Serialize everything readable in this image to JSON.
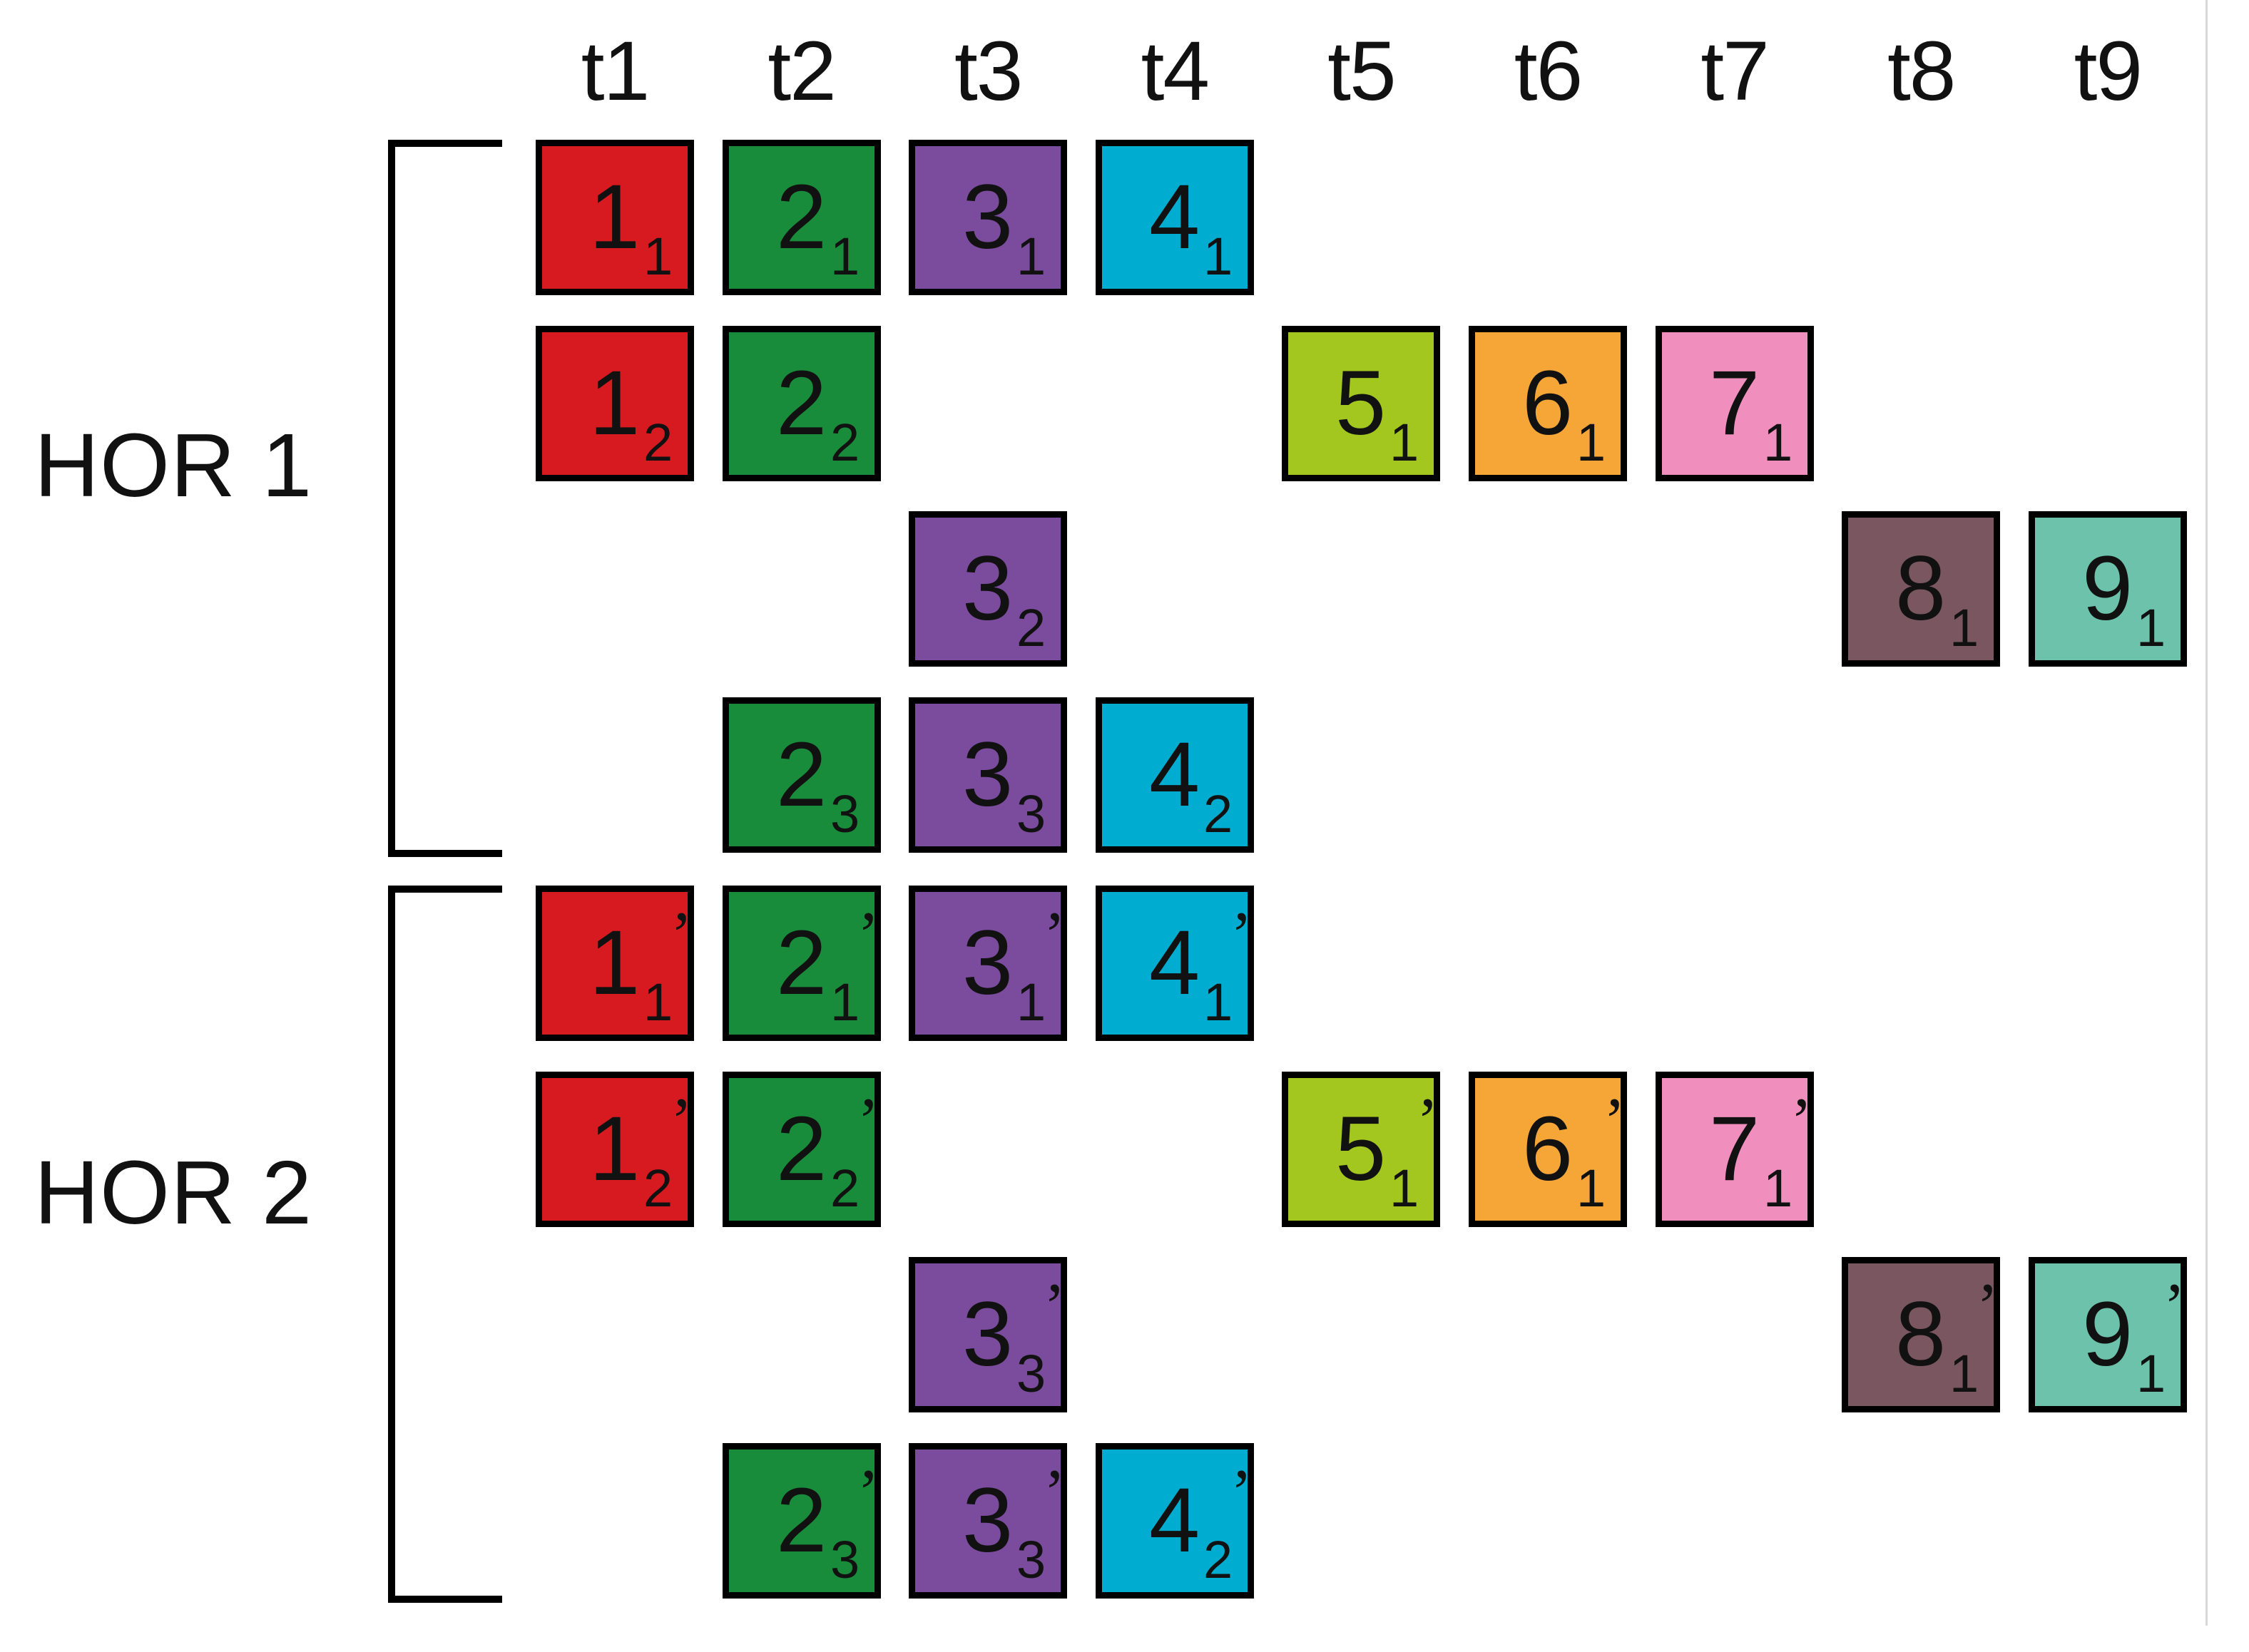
{
  "time_steps": [
    "t1",
    "t2",
    "t3",
    "t4",
    "t5",
    "t6",
    "t7",
    "t8",
    "t9"
  ],
  "groups": [
    {
      "label": "HOR 1",
      "rows": [
        [
          {
            "step": "t1",
            "number": "1",
            "subscript": "1",
            "prime": "",
            "color": "#d71920"
          },
          {
            "step": "t2",
            "number": "2",
            "subscript": "1",
            "prime": "",
            "color": "#188c3a"
          },
          {
            "step": "t3",
            "number": "3",
            "subscript": "1",
            "prime": "",
            "color": "#7b4c9d"
          },
          {
            "step": "t4",
            "number": "4",
            "subscript": "1",
            "prime": "",
            "color": "#00add0"
          }
        ],
        [
          {
            "step": "t1",
            "number": "1",
            "subscript": "2",
            "prime": "",
            "color": "#d71920"
          },
          {
            "step": "t2",
            "number": "2",
            "subscript": "2",
            "prime": "",
            "color": "#188c3a"
          },
          {
            "step": "t5",
            "number": "5",
            "subscript": "1",
            "prime": "",
            "color": "#a3c71e"
          },
          {
            "step": "t6",
            "number": "6",
            "subscript": "1",
            "prime": "",
            "color": "#f5a637"
          },
          {
            "step": "t7",
            "number": "7",
            "subscript": "1",
            "prime": "",
            "color": "#f08fbd"
          }
        ],
        [
          {
            "step": "t3",
            "number": "3",
            "subscript": "2",
            "prime": "",
            "color": "#7b4c9d"
          },
          {
            "step": "t8",
            "number": "8",
            "subscript": "1",
            "prime": "",
            "color": "#7a5661"
          },
          {
            "step": "t9",
            "number": "9",
            "subscript": "1",
            "prime": "",
            "color": "#6cc2aa"
          }
        ],
        [
          {
            "step": "t2",
            "number": "2",
            "subscript": "3",
            "prime": "",
            "color": "#188c3a"
          },
          {
            "step": "t3",
            "number": "3",
            "subscript": "3",
            "prime": "",
            "color": "#7b4c9d"
          },
          {
            "step": "t4",
            "number": "4",
            "subscript": "2",
            "prime": "",
            "color": "#00add0"
          }
        ]
      ]
    },
    {
      "label": "HOR 2",
      "rows": [
        [
          {
            "step": "t1",
            "number": "1",
            "subscript": "1",
            "prime": "’",
            "color": "#d71920"
          },
          {
            "step": "t2",
            "number": "2",
            "subscript": "1",
            "prime": "’",
            "color": "#188c3a"
          },
          {
            "step": "t3",
            "number": "3",
            "subscript": "1",
            "prime": "’",
            "color": "#7b4c9d"
          },
          {
            "step": "t4",
            "number": "4",
            "subscript": "1",
            "prime": "’",
            "color": "#00add0"
          }
        ],
        [
          {
            "step": "t1",
            "number": "1",
            "subscript": "2",
            "prime": "’",
            "color": "#d71920"
          },
          {
            "step": "t2",
            "number": "2",
            "subscript": "2",
            "prime": "’",
            "color": "#188c3a"
          },
          {
            "step": "t5",
            "number": "5",
            "subscript": "1",
            "prime": "’",
            "color": "#a3c71e"
          },
          {
            "step": "t6",
            "number": "6",
            "subscript": "1",
            "prime": "’",
            "color": "#f5a637"
          },
          {
            "step": "t7",
            "number": "7",
            "subscript": "1",
            "prime": "’",
            "color": "#f08fbd"
          }
        ],
        [
          {
            "step": "t3",
            "number": "3",
            "subscript": "3",
            "prime": "’",
            "color": "#7b4c9d"
          },
          {
            "step": "t8",
            "number": "8",
            "subscript": "1",
            "prime": "’",
            "color": "#7a5661"
          },
          {
            "step": "t9",
            "number": "9",
            "subscript": "1",
            "prime": "’",
            "color": "#6cc2aa"
          }
        ],
        [
          {
            "step": "t2",
            "number": "2",
            "subscript": "3",
            "prime": "’",
            "color": "#188c3a"
          },
          {
            "step": "t3",
            "number": "3",
            "subscript": "3",
            "prime": "’",
            "color": "#7b4c9d"
          },
          {
            "step": "t4",
            "number": "4",
            "subscript": "2",
            "prime": "’",
            "color": "#00add0"
          }
        ]
      ]
    }
  ]
}
